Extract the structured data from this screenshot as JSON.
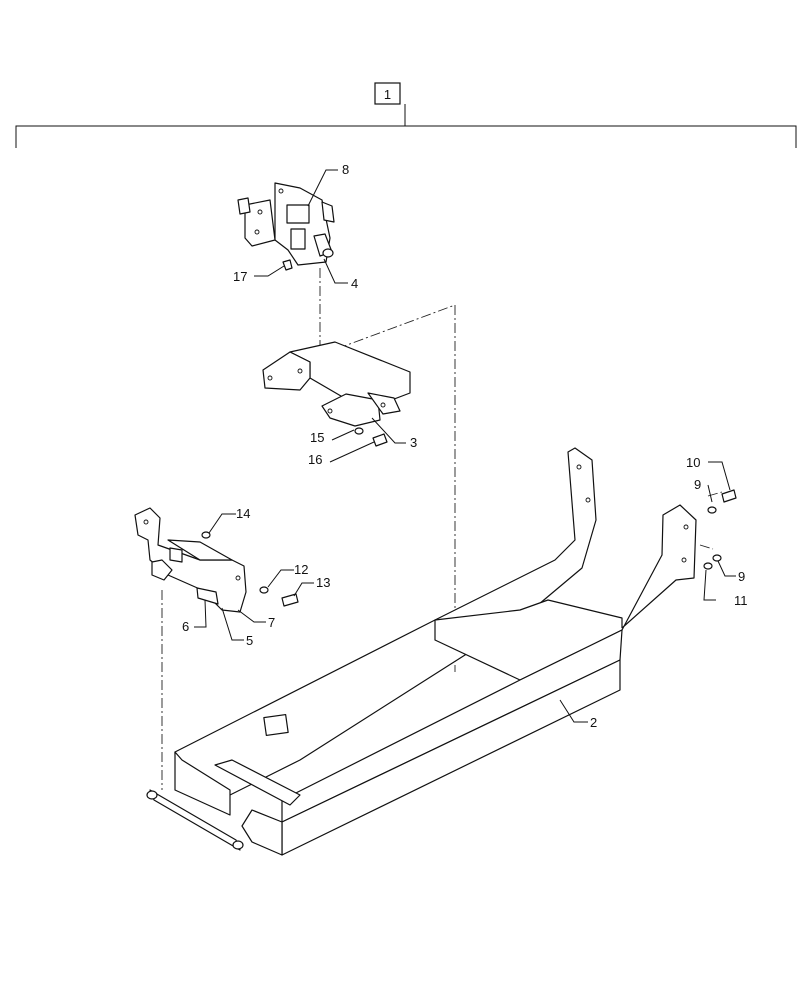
{
  "assembly": {
    "label": "1"
  },
  "callouts": {
    "c2": "2",
    "c3": "3",
    "c4": "4",
    "c5": "5",
    "c6": "6",
    "c7": "7",
    "c8": "8",
    "c9a": "9",
    "c9b": "9",
    "c10": "10",
    "c11": "11",
    "c12": "12",
    "c13": "13",
    "c14": "14",
    "c15": "15",
    "c16": "16",
    "c17": "17"
  }
}
